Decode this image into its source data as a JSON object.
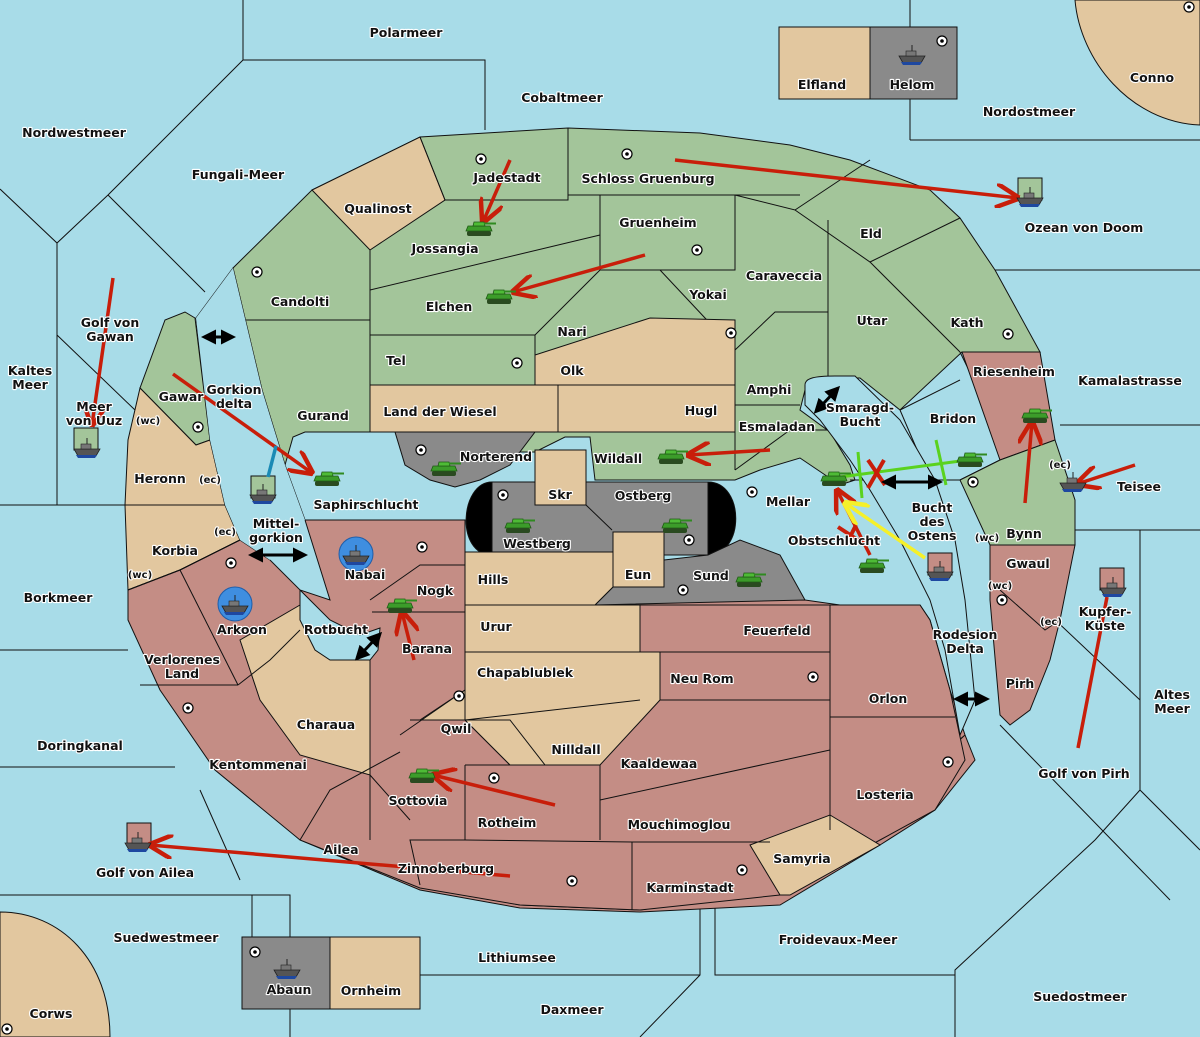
{
  "map": {
    "title": "Diplomacy map",
    "colors": {
      "sea": "#a8dce8",
      "green_power": "#a3c59a",
      "neutral_tan": "#e2c79f",
      "red_power": "#c48d85",
      "grey_power": "#8a8a8a",
      "order_move": "#c81e0a",
      "order_support": "#f5f02a",
      "order_convoy": "#1a8ab5",
      "order_green": "#5ad21e"
    },
    "seas": {
      "polarmeer": "Polarmeer",
      "cobaltmeer": "Cobaltmeer",
      "nordwestmeer": "Nordwestmeer",
      "fungali": "Fungali-Meer",
      "nordostmeer": "Nordostmeer",
      "ozean_doom": "Ozean von Doom",
      "golf_gawan_1": "Golf von",
      "golf_gawan_2": "Gawan",
      "kaltes_1": "Kaltes",
      "kaltes_2": "Meer",
      "meer_uuz_1": "Meer",
      "meer_uuz_2": "von Uuz",
      "gorkion_1": "Gorkion",
      "gorkion_2": "delta",
      "mittel_1": "Mittel-",
      "mittel_2": "gorkion",
      "borkmeer": "Borkmeer",
      "rotbucht": "Rotbucht",
      "doringkanal": "Doringkanal",
      "golf_ailea": "Golf von Ailea",
      "suedwestmeer": "Suedwestmeer",
      "lithiumsee": "Lithiumsee",
      "daxmeer": "Daxmeer",
      "froidevaux": "Froidevaux-Meer",
      "suedostmeer": "Suedostmeer",
      "golf_pirh": "Golf von Pirh",
      "altes_1": "Altes",
      "altes_2": "Meer",
      "kupfer_1": "Kupfer-",
      "kupfer_2": "Küste",
      "teisee": "Teisee",
      "kamalastrasse": "Kamalastrasse",
      "smaragd_1": "Smaragd-",
      "smaragd_2": "Bucht",
      "bucht_1": "Bucht",
      "bucht_2": "des",
      "bucht_3": "Ostens",
      "rodesion_1": "Rodesion",
      "rodesion_2": "Delta"
    },
    "lands": {
      "elfland": "Elfland",
      "helom": "Helom",
      "conno": "Conno",
      "corws": "Corws",
      "abaun": "Abaun",
      "ornheim": "Ornheim",
      "qualinost": "Qualinost",
      "jadestadt": "Jadestadt",
      "schloss": "Schloss Gruenburg",
      "jossangia": "Jossangia",
      "gruenheim": "Gruenheim",
      "candolti": "Candolti",
      "elchen": "Elchen",
      "caraveccia": "Caraveccia",
      "eld": "Eld",
      "yokai": "Yokai",
      "nari": "Nari",
      "utar": "Utar",
      "kath": "Kath",
      "tel": "Tel",
      "olk": "Olk",
      "gurand": "Gurand",
      "gawar": "Gawar",
      "land_wiesel": "Land der Wiesel",
      "hugl": "Hugl",
      "amphi": "Amphi",
      "esmaladan": "Esmaladan",
      "riesenheim": "Riesenheim",
      "bridon": "Bridon",
      "norterend": "Norterend",
      "wildall": "Wildall",
      "skr": "Skr",
      "ostberg": "Ostberg",
      "westberg": "Westberg",
      "mellar": "Mellar",
      "saphirschlucht": "Saphirschlucht",
      "heronn": "Heronn",
      "korbia": "Korbia",
      "obstschlucht": "Obstschlucht",
      "bynn": "Bynn",
      "gwaul": "Gwaul",
      "nabai": "Nabai",
      "eun": "Eun",
      "sund": "Sund",
      "hills": "Hills",
      "nogk": "Nogk",
      "arkoon": "Arkoon",
      "urur": "Urur",
      "feuerfeld": "Feuerfeld",
      "barana": "Barana",
      "verlorenes_1": "Verlorenes",
      "verlorenes_2": "Land",
      "chapablublek": "Chapablublek",
      "neu_rom": "Neu Rom",
      "orlon": "Orlon",
      "pirh": "Pirh",
      "qwil": "Qwil",
      "charaua": "Charaua",
      "nilldall": "Nilldall",
      "kaaldewaa": "Kaaldewaa",
      "kentommenai": "Kentommenai",
      "sottovia": "Sottovia",
      "losteria": "Losteria",
      "rotheim": "Rotheim",
      "mouchimoglou": "Mouchimoglou",
      "ailea": "Ailea",
      "samyria": "Samyria",
      "zinnoberburg": "Zinnoberburg",
      "karminstadt": "Karminstadt"
    },
    "coasts": {
      "wc": "(wc)",
      "ec": "(ec)"
    },
    "units": [
      {
        "type": "army",
        "power": "green",
        "location": "Jossangia"
      },
      {
        "type": "army",
        "power": "green",
        "location": "Elchen"
      },
      {
        "type": "army",
        "power": "green",
        "location": "Saphirschlucht"
      },
      {
        "type": "army",
        "power": "green",
        "location": "Norterend"
      },
      {
        "type": "army",
        "power": "green",
        "location": "Wildall"
      },
      {
        "type": "army",
        "power": "green",
        "location": "Westberg"
      },
      {
        "type": "army",
        "power": "green",
        "location": "Ostberg"
      },
      {
        "type": "army",
        "power": "green",
        "location": "Sund"
      },
      {
        "type": "army",
        "power": "green",
        "location": "Mellar"
      },
      {
        "type": "army",
        "power": "green",
        "location": "Bridon"
      },
      {
        "type": "army",
        "power": "green",
        "location": "Riesenheim"
      },
      {
        "type": "army",
        "power": "green",
        "location": "Obstschlucht"
      },
      {
        "type": "army",
        "power": "green",
        "location": "Nogk"
      },
      {
        "type": "army",
        "power": "green",
        "location": "Sottovia"
      },
      {
        "type": "fleet",
        "power": "grey",
        "location": "Helom"
      },
      {
        "type": "fleet",
        "power": "green",
        "location": "Ozean von Doom"
      },
      {
        "type": "fleet",
        "power": "green",
        "location": "Meer von Uuz"
      },
      {
        "type": "fleet",
        "power": "green",
        "location": "Gorkion delta"
      },
      {
        "type": "fleet",
        "power": "blue",
        "location": "Nabai"
      },
      {
        "type": "fleet",
        "power": "blue",
        "location": "Arkoon"
      },
      {
        "type": "fleet",
        "power": "red",
        "location": "Bucht des Ostens"
      },
      {
        "type": "fleet",
        "power": "grey",
        "location": "Bynn (ec)"
      },
      {
        "type": "fleet",
        "power": "red",
        "location": "Kupfer-Küste"
      },
      {
        "type": "fleet",
        "power": "red",
        "location": "Golf von Ailea"
      },
      {
        "type": "fleet",
        "power": "grey",
        "location": "Abaun"
      }
    ]
  }
}
